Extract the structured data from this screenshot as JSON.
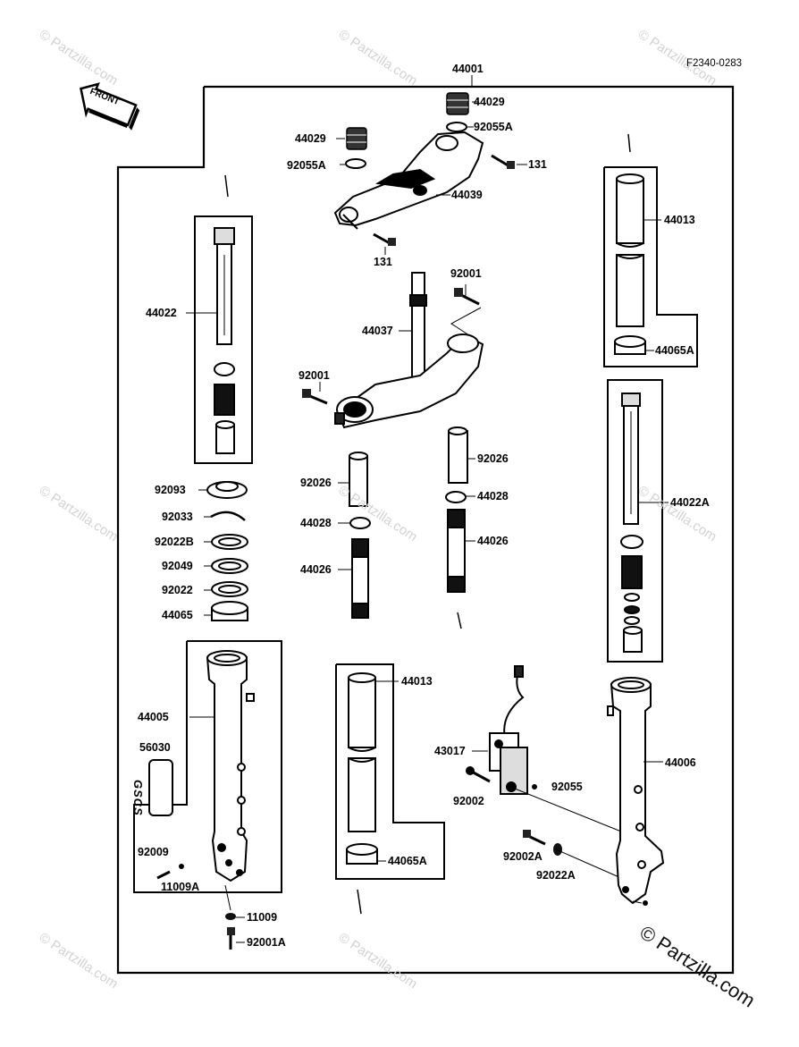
{
  "diagram": {
    "figure_code": "F2340-0283",
    "front_label": "FRONT",
    "logo_text": "GSCS",
    "watermark_small": "© Partzilla.com",
    "watermark_large": "© Partzilla.com"
  },
  "parts": {
    "p44001": "44001",
    "p44029a": "44029",
    "p92055Aa": "92055A",
    "p44029b": "44029",
    "p92055Ab": "92055A",
    "p131a": "131",
    "p44039": "44039",
    "p131b": "131",
    "p92001a": "92001",
    "p44037": "44037",
    "p92001b": "92001",
    "p44022": "44022",
    "p44013a": "44013",
    "p44065Aa": "44065A",
    "p44022A": "44022A",
    "p92093": "92093",
    "p92033": "92033",
    "p92022B": "92022B",
    "p92049": "92049",
    "p92022": "92022",
    "p44065": "44065",
    "p92026a": "92026",
    "p44028a": "44028",
    "p44026a": "44026",
    "p92026b": "92026",
    "p44028b": "44028",
    "p44026b": "44026",
    "p44005": "44005",
    "p56030": "56030",
    "p92009": "92009",
    "p11009A": "11009A",
    "p11009": "11009",
    "p92001A": "92001A",
    "p44013b": "44013",
    "p44065Ab": "44065A",
    "p43017": "43017",
    "p92002": "92002",
    "p92055": "92055",
    "p92002A": "92002A",
    "p92022A": "92022A",
    "p44006": "44006"
  }
}
